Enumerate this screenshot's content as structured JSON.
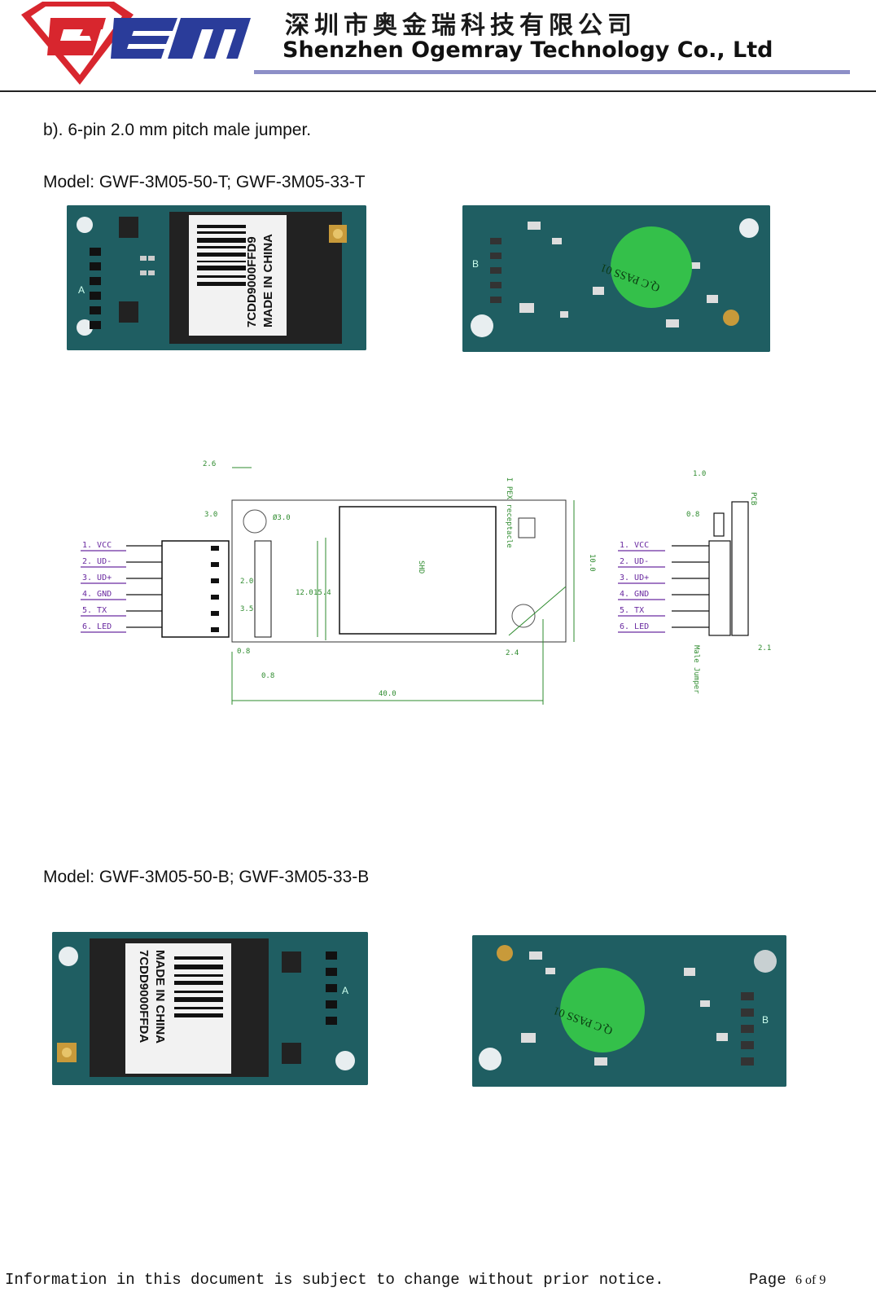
{
  "header": {
    "company_cn": "深圳市奥金瑞科技有限公司",
    "company_en": "Shenzhen Ogemray Technology Co., Ltd",
    "logo_text": "GEM",
    "colors": {
      "logo_red": "#d8262e",
      "logo_blue": "#2a3c9a",
      "accent_bar": "#8d8fc7"
    }
  },
  "section": {
    "heading": "b). 6-pin 2.0 mm pitch male jumper.",
    "model_top": "Model: GWF-3M05-50-T; GWF-3M05-33-T",
    "model_bottom": "Model: GWF-3M05-50-B; GWF-3M05-33-B"
  },
  "photos": {
    "label_lines_top": [
      "7CDD9000FFD9",
      "MADE IN CHINA"
    ],
    "label_lines_bottom": [
      "7CDD9000FFDA",
      "MADE IN CHINA"
    ],
    "sticker_text": "Q.C PASS 01",
    "pcb_mark_a": "A",
    "pcb_mark_b": "B"
  },
  "drawing": {
    "pins": [
      "1. VCC",
      "2. UD-",
      "3. UD+",
      "4. GND",
      "5. TX",
      "6. LED"
    ],
    "dims": {
      "d1": "2.6",
      "d2": "3.0",
      "d3": "Ø3.0",
      "d4": "2.0",
      "d5": "12.0",
      "d6": "15.4",
      "d7": "10.0",
      "d8": "3.5",
      "d9": "2.4",
      "d10": "40.0",
      "d11": "1.0",
      "d12": "0.8",
      "d13": "2.1",
      "d14": "0.8",
      "d15": "0.8"
    },
    "labels": {
      "ipex": "I PEX receptacle",
      "male": "Male Jumper",
      "pcb": "PCB",
      "shield": "SHD"
    }
  },
  "footer": {
    "notice": "Information in this document is subject to change without prior notice.",
    "page_prefix": "Page",
    "page_number": "6 of 9"
  }
}
